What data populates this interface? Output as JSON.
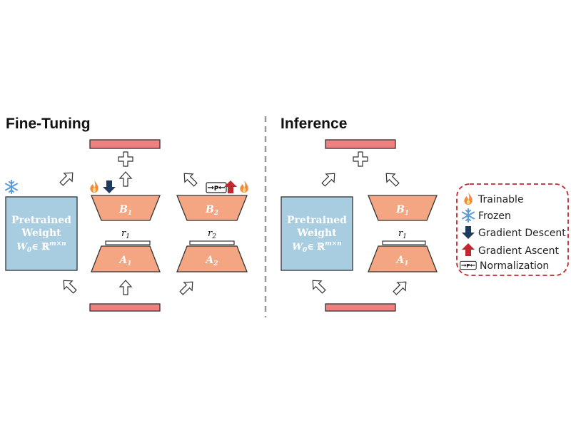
{
  "panels": {
    "fine_tuning": {
      "title": "Fine-Tuning",
      "weight_lines": [
        "Pretrained",
        "Weight",
        "W"
      ],
      "weight_sub": "0",
      "weight_rest": "∈ ℝ",
      "weight_sup": "m×n",
      "b1": {
        "letter": "B",
        "sub": "1"
      },
      "a1": {
        "letter": "A",
        "sub": "1"
      },
      "b2": {
        "letter": "B",
        "sub": "2"
      },
      "a2": {
        "letter": "A",
        "sub": "2"
      },
      "r1": {
        "letter": "r",
        "sub": "1"
      },
      "r2": {
        "letter": "r",
        "sub": "2"
      }
    },
    "inference": {
      "title": "Inference",
      "weight_lines": [
        "Pretrained",
        "Weight",
        "W"
      ],
      "weight_sub": "0",
      "weight_rest": "∈ ℝ",
      "weight_sup": "m×n",
      "b1": {
        "letter": "B",
        "sub": "1"
      },
      "a1": {
        "letter": "A",
        "sub": "1"
      },
      "r1": {
        "letter": "r",
        "sub": "1"
      }
    }
  },
  "legend": {
    "items": [
      {
        "icon": "flame-icon",
        "label": "Trainable"
      },
      {
        "icon": "snowflake-icon",
        "label": "Frozen"
      },
      {
        "icon": "down-arrow-icon",
        "label": "Gradient Descent"
      },
      {
        "icon": "up-arrow-icon",
        "label": "Gradient Ascent"
      },
      {
        "icon": "normalization-icon",
        "label": "Normalization"
      }
    ]
  },
  "norm_glyph": "P",
  "colors": {
    "weight_box": "#a8cde0",
    "adapter": "#f4a582",
    "bar": "#f08080",
    "descent": "#1f3a5f",
    "ascent": "#c0282d",
    "flame": "#f08a3c",
    "snow": "#5b9bd5",
    "legend_border": "#c0282d",
    "divider": "#999999"
  }
}
